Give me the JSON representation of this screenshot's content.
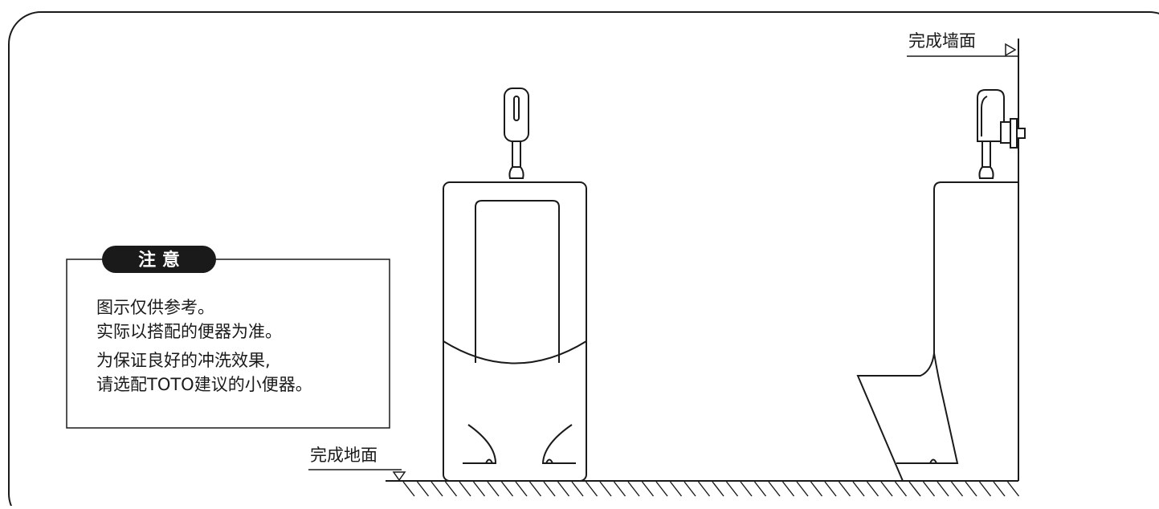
{
  "labels": {
    "finished_wall": "完成墙面",
    "finished_floor": "完成地面"
  },
  "notice": {
    "title": "注 意",
    "lines": [
      "图示仅供参考。",
      "实际以搭配的便器为准。",
      "为保证良好的冲洗效果,",
      "请选配TOTO建议的小便器。"
    ]
  },
  "colors": {
    "line": "#1a1a1a",
    "background": "#ffffff",
    "badge_text": "#ffffff"
  }
}
